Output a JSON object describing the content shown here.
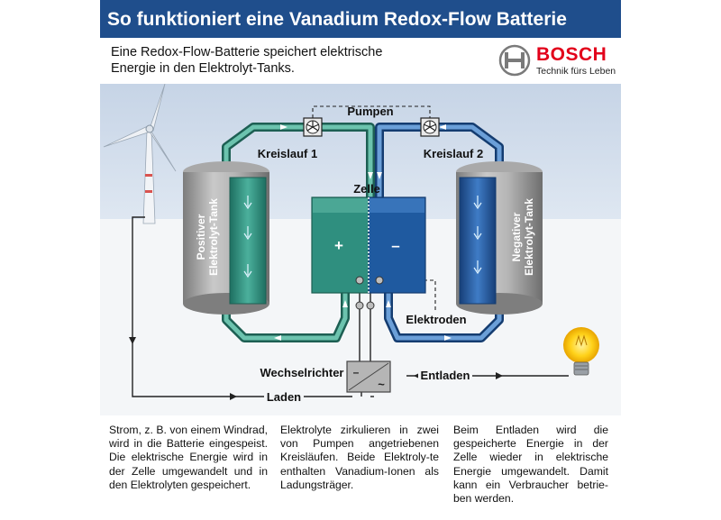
{
  "title": "So funktioniert eine Vanadium Redox-Flow Batterie",
  "subtitle": "Eine Redox-Flow-Batterie speichert elektrische Energie in den Elektrolyt-Tanks.",
  "logo": {
    "brand": "BOSCH",
    "tagline": "Technik fürs Leben"
  },
  "labels": {
    "pumpen": "Pumpen",
    "kreislauf1": "Kreislauf 1",
    "kreislauf2": "Kreislauf 2",
    "zelle": "Zelle",
    "plus": "+",
    "minus": "–",
    "tank_pos_line1": "Positiver",
    "tank_pos_line2": "Elektrolyt-Tank",
    "tank_neg_line1": "Negativer",
    "tank_neg_line2": "Elektrolyt-Tank",
    "elektroden": "Elektroden",
    "wechselrichter": "Wechselrichter",
    "entladen": "Entladen",
    "laden": "Laden",
    "inv_minus": "–",
    "inv_tilde": "~"
  },
  "columns": [
    "Strom, z. B. von einem Windrad, wird in die Batterie eingespeist. Die elektrische Energie wird in der Zelle umgewandelt und in den Elektrolyten gespeichert.",
    "Elektrolyte zirkulieren in zwei von Pumpen angetriebenen Kreisläufen. Beide Elektroly-te enthalten Vanadium-Ionen als Ladungsträger.",
    "Beim Entladen wird die gespeicherte Energie in der Zelle wieder in elektrische Energie umgewandelt. Damit kann ein Verbraucher betrie-ben werden."
  ],
  "colors": {
    "title_bg": "#1f4e8c",
    "brand_red": "#e2001a",
    "positive_electrolyte": "#2f8f7f",
    "negative_electrolyte": "#1f5aa0",
    "tank_gray": "#9a9a9a",
    "lamp_yellow": "#ffd21a"
  }
}
